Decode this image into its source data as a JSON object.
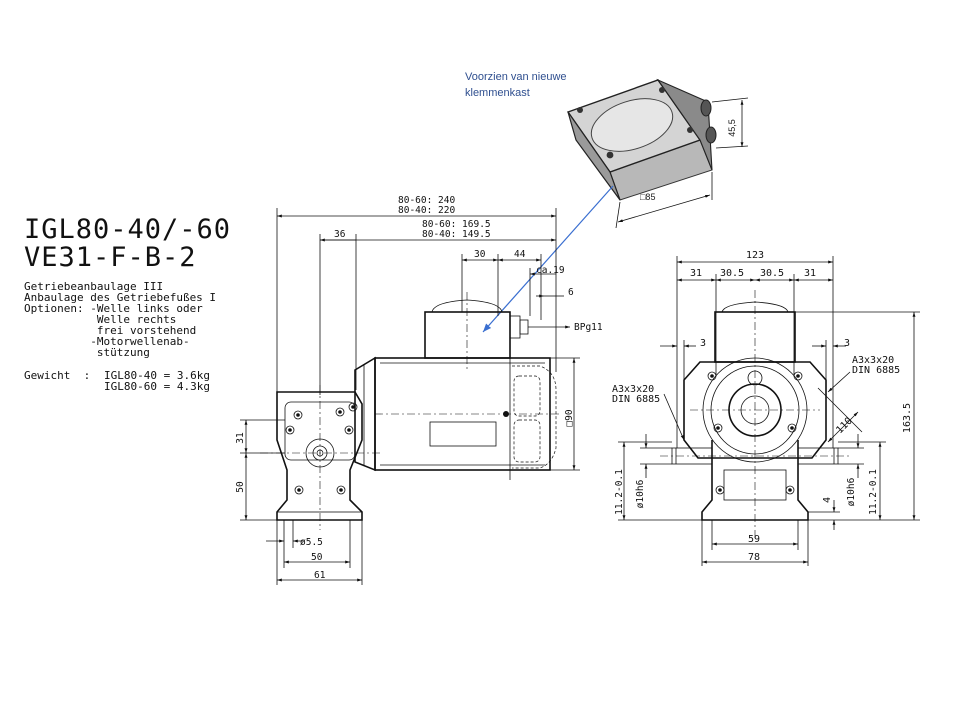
{
  "title": {
    "line1": "IGL80-40/-60",
    "line2": "VE31-F-B-2"
  },
  "specs": {
    "lines": [
      "Getriebeanbaulage III",
      "Anbaulage des Getriebefußes I",
      "Optionen: -Welle links oder",
      "           Welle rechts",
      "           frei vorstehend",
      "          -Motorwellenab-",
      "           stützung"
    ],
    "weight_label": "Gewicht  :",
    "weight_1": "IGL80-40 = 3.6kg",
    "weight_2": "IGL80-60 = 4.3kg"
  },
  "annotation": {
    "line1": "Voorzien van nieuwe",
    "line2": "klemmenkast",
    "dim_height": "45,5",
    "dim_square": "□85",
    "color": "#2f4f8f"
  },
  "side_view": {
    "d_240": "80-60: 240",
    "d_220": "80-40: 220",
    "d_1695": "80-60: 169.5",
    "d_1495": "80-40: 149.5",
    "d_36": "36",
    "d_30": "30",
    "d_44": "44",
    "d_ca19": "ca.19",
    "d_6": "6",
    "d_bpg": "BPg11",
    "d_sq90": "□90",
    "d_31": "31",
    "d_50v": "50",
    "d_hole": "ø5.5",
    "d_50": "50",
    "d_61": "61"
  },
  "front_view": {
    "d_123": "123",
    "d_31a": "31",
    "d_305a": "30.5",
    "d_305b": "30.5",
    "d_31b": "31",
    "d_3a": "3",
    "d_3b": "3",
    "d_key_r1": "A3x3x20",
    "d_key_r2": "DIN 6885",
    "d_key_l1": "A3x3x20",
    "d_key_l2": "DIN 6885",
    "d_110": "110",
    "d_1635": "163.5",
    "d_112_l": "11.2-0.1",
    "d_phi10_l": "ø10h6",
    "d_phi10_r": "ø10h6",
    "d_112_r": "11.2-0.1",
    "d_4": "4",
    "d_59": "59",
    "d_78": "78"
  }
}
